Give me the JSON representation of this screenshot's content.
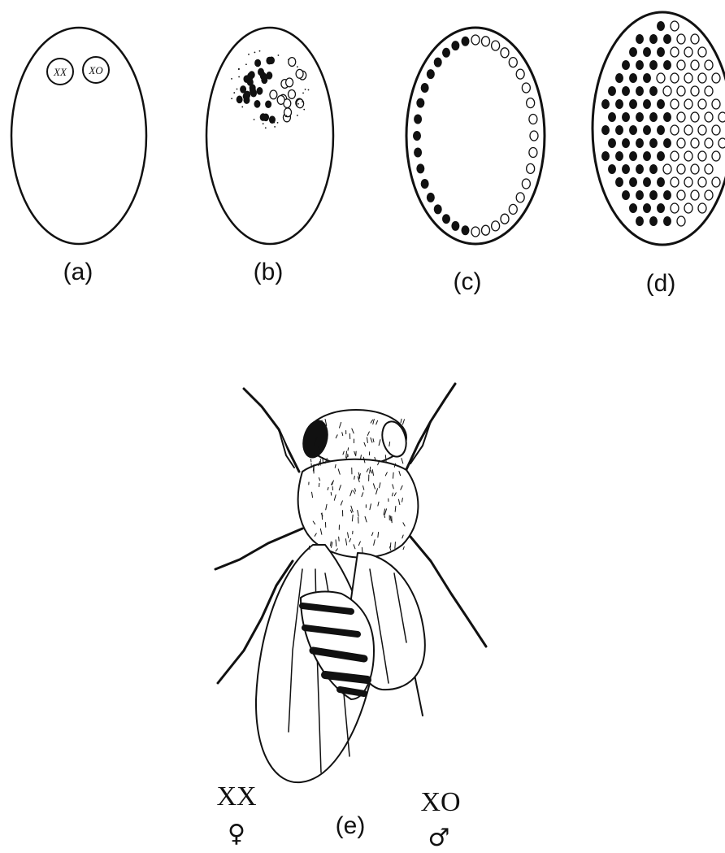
{
  "panels": [
    {
      "label": "(a)",
      "nucleus_labels": [
        "XX",
        "XO"
      ]
    },
    {
      "label": "(b)"
    },
    {
      "label": "(c)"
    },
    {
      "label": "(d)"
    },
    {
      "label": "(e)"
    }
  ],
  "fly": {
    "left_genotype": "XX",
    "left_sex_symbol": "♀",
    "right_genotype": "XO",
    "right_sex_symbol": "♂"
  },
  "colors": {
    "ink": "#111111",
    "background": "#ffffff"
  }
}
